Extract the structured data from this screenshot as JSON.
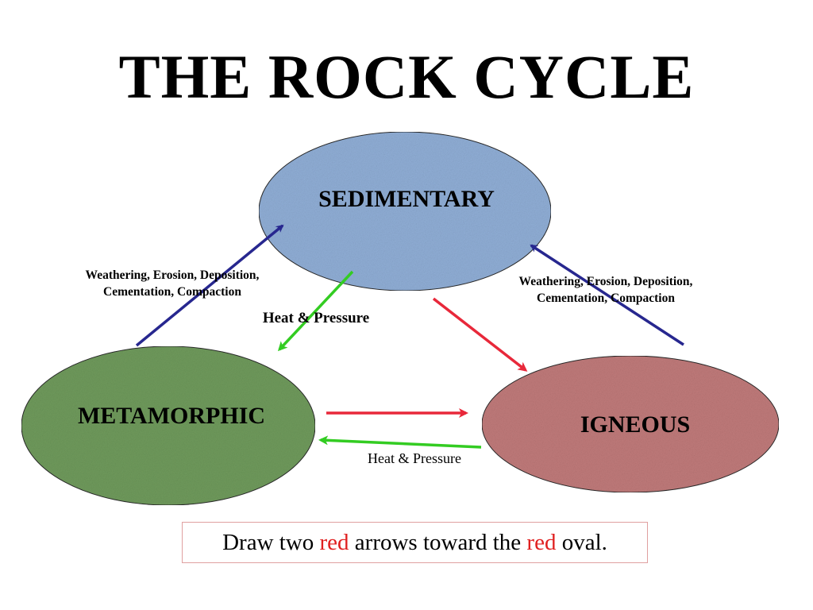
{
  "title": "THE ROCK CYCLE",
  "ovals": {
    "sedimentary": {
      "label": "SEDIMENTARY",
      "color": "#90aed6"
    },
    "metamorphic": {
      "label": "METAMORPHIC",
      "color": "#6f9a5c"
    },
    "igneous": {
      "label": "IGNEOUS",
      "color": "#c07a7a"
    }
  },
  "labels": {
    "left_process_line1": "Weathering, Erosion, Deposition,",
    "left_process_line2": "Cementation, Compaction",
    "right_process_line1": "Weathering, Erosion, Deposition,",
    "right_process_line2": "Cementation, Compaction",
    "heat_pressure_top": "Heat & Pressure",
    "heat_pressure_bottom": "Heat & Pressure"
  },
  "instruction": {
    "part1": "Draw two ",
    "red1": "red",
    "part2": " arrows toward the ",
    "red2": "red",
    "part3": " oval."
  },
  "colors": {
    "arrow_blue": "#27278f",
    "arrow_green": "#33cc22",
    "arrow_red": "#e8283a"
  }
}
